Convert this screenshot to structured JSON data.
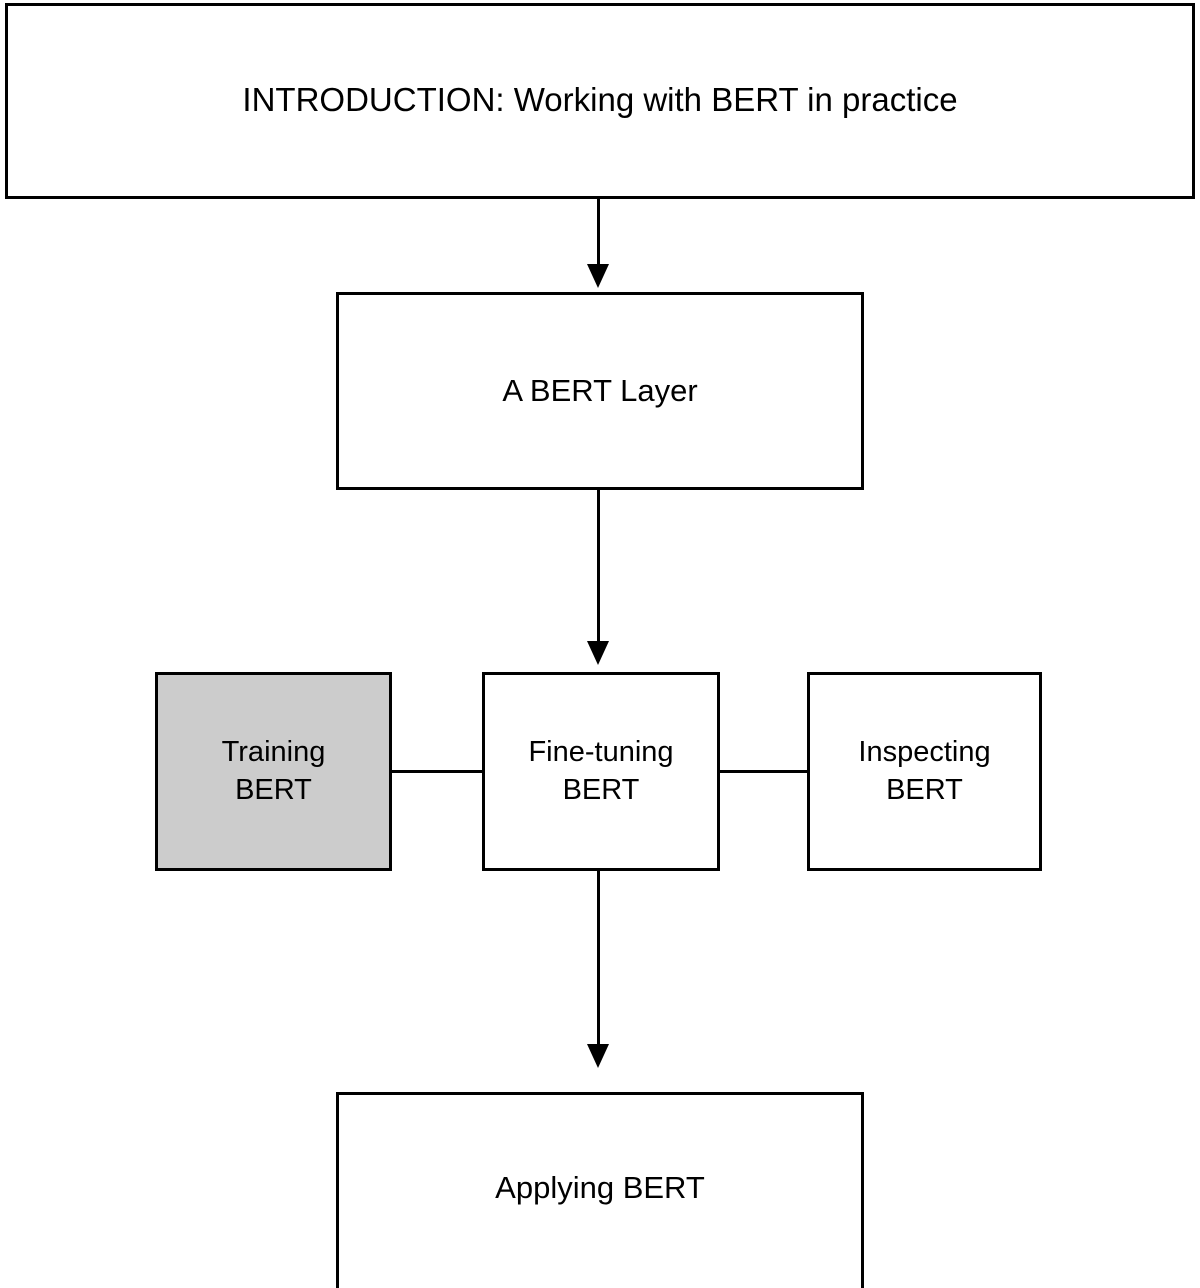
{
  "diagram": {
    "title": "INTRODUCTION: Working with BERT in practice",
    "nodes": [
      {
        "id": "intro",
        "label": "INTRODUCTION: Working with BERT in practice",
        "fill": "#ffffff",
        "highlighted": false
      },
      {
        "id": "bert-layer",
        "label": "A BERT Layer",
        "fill": "#ffffff",
        "highlighted": false
      },
      {
        "id": "training",
        "label": "Training\nBERT",
        "line1": "Training",
        "line2": "BERT",
        "fill": "#cccccc",
        "highlighted": true
      },
      {
        "id": "finetuning",
        "label": "Fine-tuning\nBERT",
        "line1": "Fine-tuning",
        "line2": "BERT",
        "fill": "#ffffff",
        "highlighted": false
      },
      {
        "id": "inspecting",
        "label": "Inspecting\nBERT",
        "line1": "Inspecting",
        "line2": "BERT",
        "fill": "#ffffff",
        "highlighted": false
      },
      {
        "id": "applying",
        "label": "Applying BERT",
        "fill": "#ffffff",
        "highlighted": false
      }
    ],
    "edges": [
      {
        "from": "intro",
        "to": "bert-layer",
        "type": "arrow",
        "direction": "down"
      },
      {
        "from": "bert-layer",
        "to": "finetuning",
        "type": "arrow",
        "direction": "down"
      },
      {
        "from": "training",
        "to": "finetuning",
        "type": "line",
        "direction": "horizontal"
      },
      {
        "from": "finetuning",
        "to": "inspecting",
        "type": "line",
        "direction": "horizontal"
      },
      {
        "from": "finetuning",
        "to": "applying",
        "type": "arrow",
        "direction": "down"
      }
    ],
    "colors": {
      "stroke": "#000000",
      "background": "#ffffff",
      "highlight_fill": "#cccccc"
    }
  }
}
